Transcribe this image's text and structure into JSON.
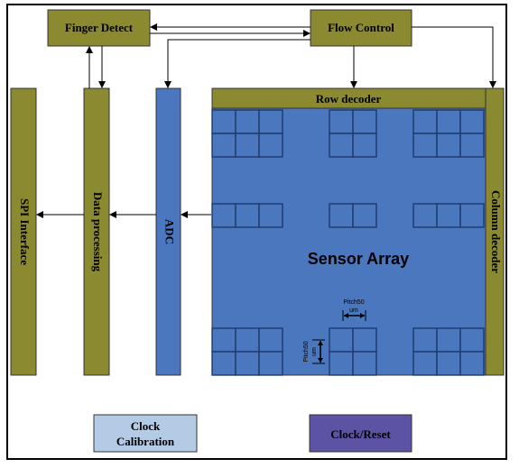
{
  "labels": {
    "finger_detect": "Finger Detect",
    "flow_control": "Flow Control",
    "row_decoder": "Row decoder",
    "column_decoder": "Column decoder",
    "spi_interface": "SPI Interface",
    "data_processing": "Data processing",
    "adc": "ADC",
    "sensor_array": "Sensor Array",
    "pitch_h": "Pitch50",
    "pitch_h_unit": "um",
    "pitch_v": "Pitch50",
    "pitch_v_unit": "um",
    "clock_calibration_line1": "Clock",
    "clock_calibration_line2": "Calibration",
    "clock_reset": "Clock/Reset"
  },
  "colors": {
    "olive_block": "#8b8a30",
    "blue_block": "#4a77bd",
    "sensor_cell_border": "#1d3a6c",
    "light_blue_block": "#b4cbe6",
    "purple_block": "#5c53a5",
    "frame_border": "#000000"
  }
}
